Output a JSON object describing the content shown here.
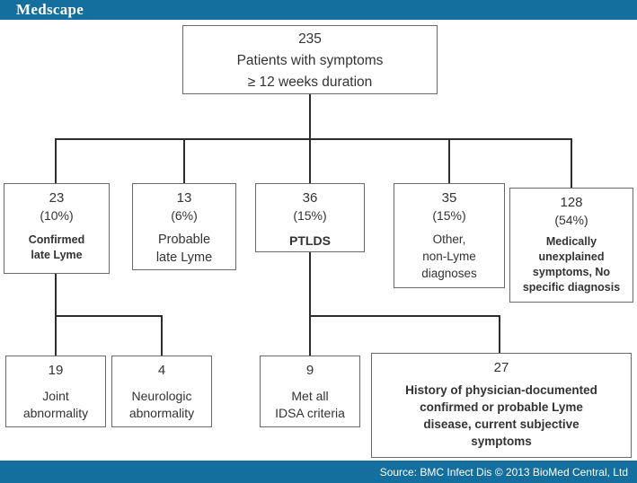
{
  "header": {
    "brand": "Medscape"
  },
  "footer": {
    "source": "Source: BMC Infect Dis © 2013 BioMed Central, Ltd"
  },
  "colors": {
    "bar_blue": "#156f9e",
    "box_border": "#6a6a6a",
    "connector": "#2d2d2d",
    "text": "#333333"
  },
  "flowchart": {
    "root": {
      "count": "235",
      "label": "Patients with symptoms\n≥ 12 weeks duration"
    },
    "level2": [
      {
        "count": "23",
        "percent": "(10%)",
        "label": "Confirmed\nlate Lyme"
      },
      {
        "count": "13",
        "percent": "(6%)",
        "label": "Probable\nlate Lyme"
      },
      {
        "count": "36",
        "percent": "(15%)",
        "label": "PTLDS"
      },
      {
        "count": "35",
        "percent": "(15%)",
        "label": "Other,\nnon-Lyme\ndiagnoses"
      },
      {
        "count": "128",
        "percent": "(54%)",
        "label": "Medically\nunexplained\nsymptoms, No\nspecific diagnosis"
      }
    ],
    "level3": [
      {
        "count": "19",
        "label": "Joint\nabnormality"
      },
      {
        "count": "4",
        "label": "Neurologic\nabnormality"
      },
      {
        "count": "9",
        "label": "Met all\nIDSA criteria"
      },
      {
        "count": "27",
        "label": "History of physician-documented\nconfirmed or probable Lyme\ndisease, current subjective\nsymptoms"
      }
    ]
  }
}
